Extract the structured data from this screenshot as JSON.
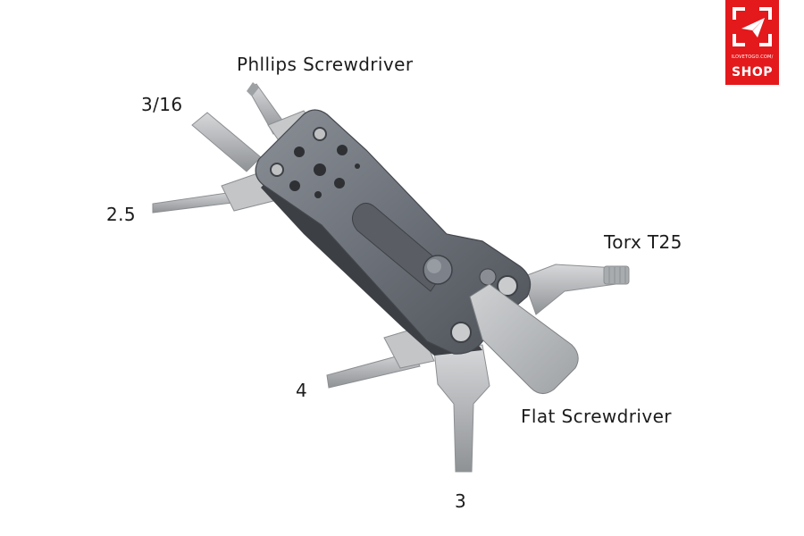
{
  "labels": {
    "phillips": "Phllips Screwdriver",
    "hex_316": "3/16",
    "hex_25": "2.5",
    "torx": "Torx T25",
    "hex_4": "4",
    "flat": "Flat Screwdriver",
    "hex_3": "3"
  },
  "logo": {
    "url_text": "ILOVETOGO.COM/",
    "shop_text": "SHOP",
    "icon": "paper-plane-in-frame-icon"
  },
  "colors": {
    "logo_red": "#e3191c",
    "body_gray": "#6b7078",
    "bit_silver": "#b9bbbd",
    "label_text": "#1c1c1c"
  }
}
